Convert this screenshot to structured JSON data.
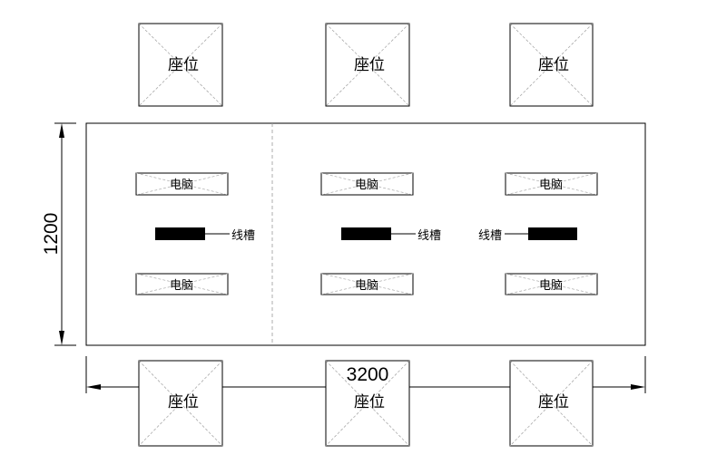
{
  "labels": {
    "seat": "座位",
    "computer": "电脑",
    "cable_tray": "线槽"
  },
  "dimensions": {
    "width": "3200",
    "height": "1200"
  },
  "colors": {
    "line": "#000000",
    "guide": "#9a9a9a",
    "tray_fill": "#000000"
  }
}
